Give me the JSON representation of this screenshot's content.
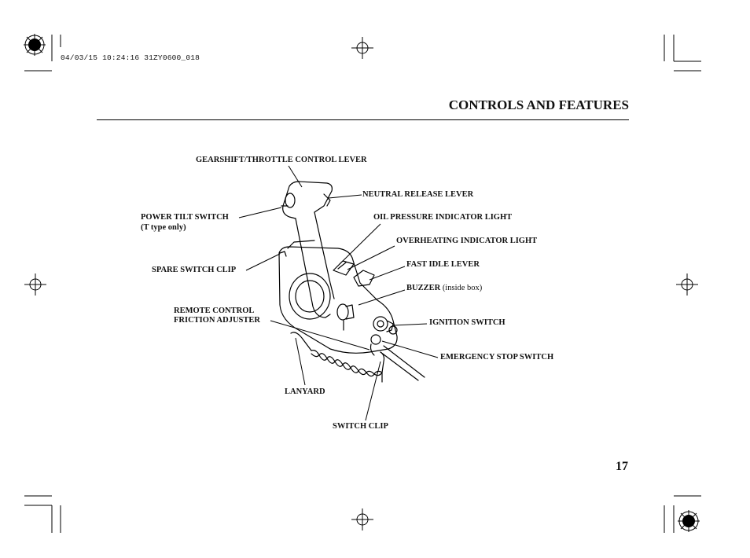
{
  "print_stamp": "04/03/15 10:24:16 31ZY0600_018",
  "header": {
    "title": "CONTROLS AND FEATURES"
  },
  "page_number": "17",
  "labels": {
    "gearshift": "GEARSHIFT/THROTTLE CONTROL LEVER",
    "neutral_release": "NEUTRAL RELEASE LEVER",
    "power_tilt": "POWER TILT SWITCH",
    "power_tilt_note": "(T type only)",
    "oil_pressure": "OIL PRESSURE INDICATOR LIGHT",
    "overheating": "OVERHEATING INDICATOR LIGHT",
    "spare_clip": "SPARE SWITCH CLIP",
    "fast_idle": "FAST IDLE LEVER",
    "buzzer": "BUZZER",
    "buzzer_note": "(inside box)",
    "friction_line1": "REMOTE CONTROL",
    "friction_line2": "FRICTION ADJUSTER",
    "ignition": "IGNITION SWITCH",
    "emergency_stop": "EMERGENCY STOP SWITCH",
    "lanyard": "LANYARD",
    "switch_clip": "SWITCH CLIP"
  }
}
